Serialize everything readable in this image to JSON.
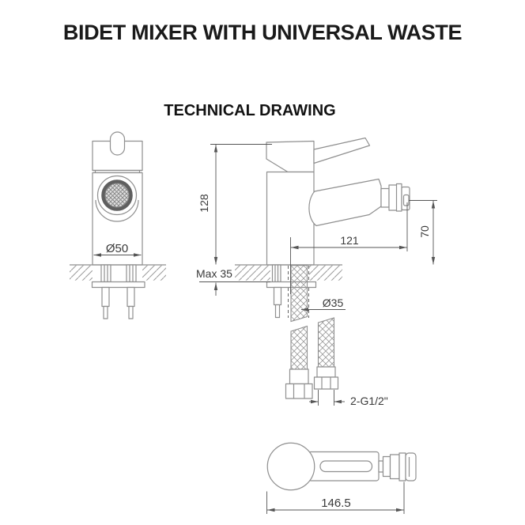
{
  "header": {
    "title": "BIDET MIXER WITH UNIVERSAL WASTE"
  },
  "drawing": {
    "subtitle": "TECHNICAL DRAWING",
    "colors": {
      "outline": "#8f8f8f",
      "dimension_line": "#555555",
      "dimension_text": "#3a3a3a",
      "title_text": "#1a1a1a"
    },
    "dimensions": {
      "spout_face_diameter": "Ø50",
      "body_height": "128",
      "deck_thickness_max": "Max 35",
      "spout_reach": "121",
      "spout_height": "70",
      "hole_diameter": "Ø35",
      "hose_thread": "2-G1/2\"",
      "overall_length": "146.5"
    }
  }
}
